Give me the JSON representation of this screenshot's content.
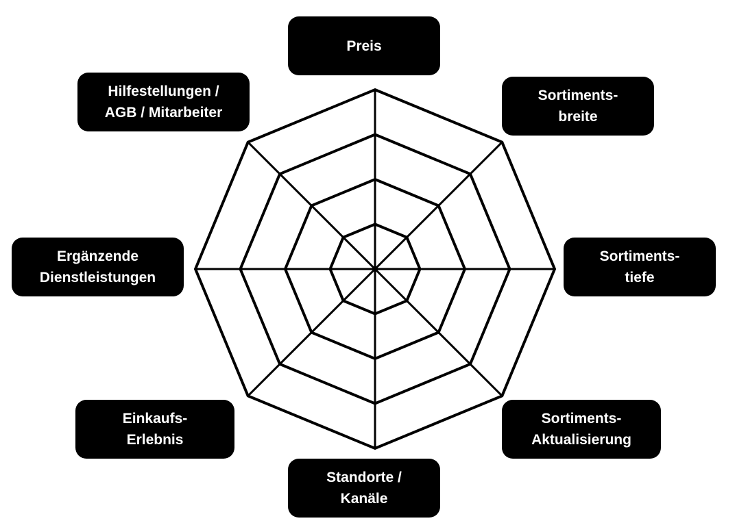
{
  "diagram": {
    "rings": 4,
    "stroke_color": "#000000",
    "label_bg": "#000000",
    "label_fg": "#ffffff",
    "axes": [
      {
        "id": "preis",
        "lines": [
          "Preis"
        ]
      },
      {
        "id": "sortimentsbreite",
        "lines": [
          "Sortiments-",
          "breite"
        ]
      },
      {
        "id": "sortimentstiefe",
        "lines": [
          "Sortiments-",
          "tiefe"
        ]
      },
      {
        "id": "sortimentsaktualisierung",
        "lines": [
          "Sortiments-",
          "Aktualisierung"
        ]
      },
      {
        "id": "standorte-kanaele",
        "lines": [
          "Standorte /",
          "Kanäle"
        ]
      },
      {
        "id": "einkaufserlebnis",
        "lines": [
          "Einkaufs-",
          "Erlebnis"
        ]
      },
      {
        "id": "ergaenzende-dienstleistungen",
        "lines": [
          "Ergänzende",
          "Dienstleistungen"
        ]
      },
      {
        "id": "hilfestellungen-agb-mitarbeiter",
        "lines": [
          "Hilfestellungen /",
          "AGB / Mitarbeiter"
        ]
      }
    ]
  }
}
